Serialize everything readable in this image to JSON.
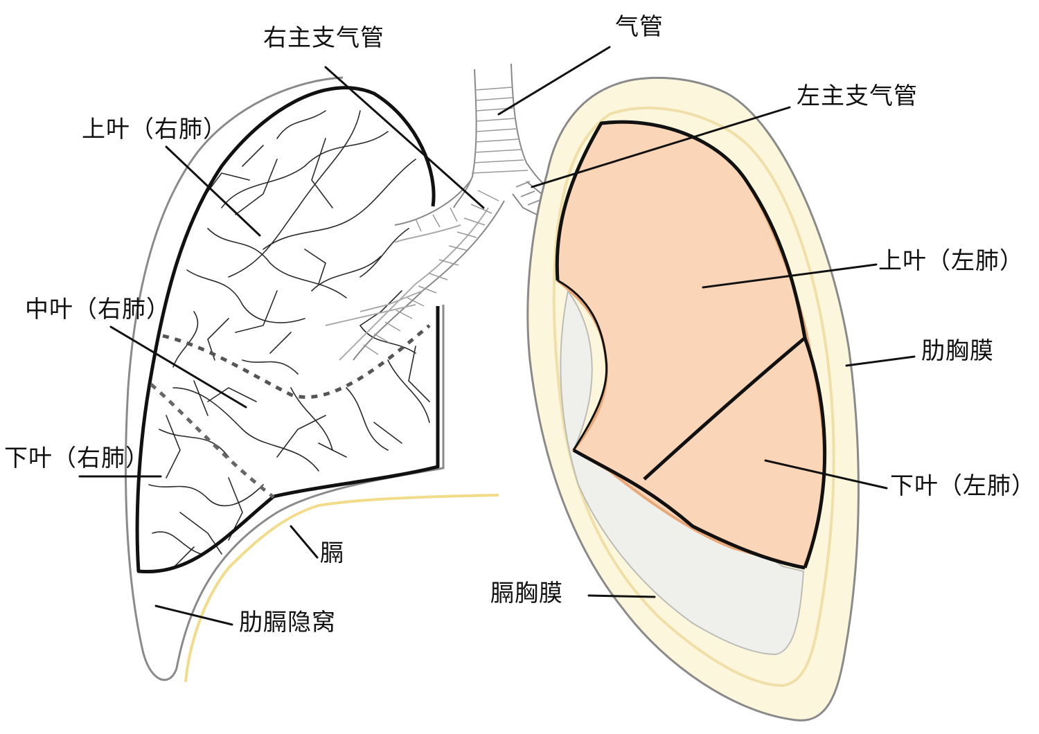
{
  "labels": {
    "right_main_bronchus": "右主支气管",
    "trachea": "气管",
    "left_main_bronchus": "左主支气管",
    "upper_lobe_right": "上叶（右肺）",
    "middle_lobe_right": "中叶（右肺）",
    "lower_lobe_right": "下叶（右肺）",
    "upper_lobe_left": "上叶（左肺）",
    "lower_lobe_left": "下叶（左肺）",
    "costal_pleura": "肋胸膜",
    "diaphragmatic_pleura": "膈胸膜",
    "diaphragm": "膈",
    "costodiaphragmatic_recess": "肋膈隐窝"
  },
  "colors": {
    "outline": "#111111",
    "pleura_outer": "#fbf6dc",
    "pleura_stroke": "#8a8a8a",
    "lung_left_fill": "#fad5b8",
    "lung_left_edge": "#e9a878",
    "recess_fill": "#efefec",
    "diaphragm_line": "#f2dc8a",
    "vessel": "#2a2a2a",
    "bronchus": "#9a9a9a"
  }
}
